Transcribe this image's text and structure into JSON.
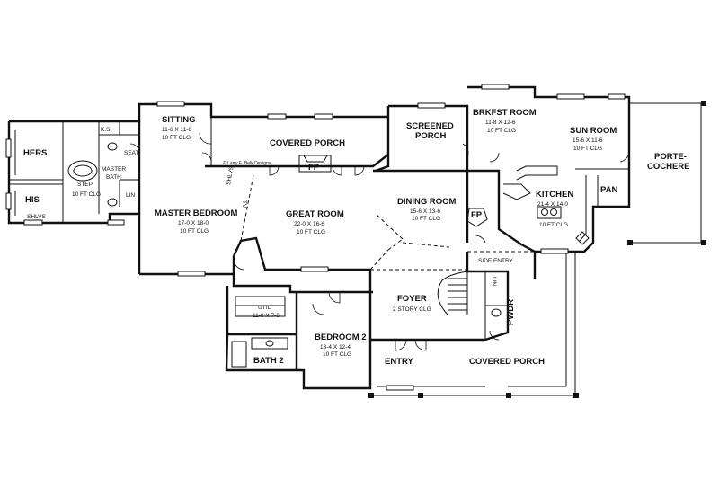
{
  "credit": "© Larry E. Belk Designs",
  "rooms": {
    "hers": {
      "name": "HERS"
    },
    "his": {
      "name": "HIS"
    },
    "ks": {
      "name": "K.S."
    },
    "seat": {
      "name": "SEAT"
    },
    "master_bath": {
      "name": "MASTER",
      "name2": "BATH",
      "step": "STEP",
      "clg": "10 FT CLG"
    },
    "shlvs": {
      "name": "SHLVS"
    },
    "lin_master": {
      "name": "LIN"
    },
    "sitting": {
      "name": "SITTING",
      "dims": "11-6 X 11-6",
      "clg": "10 FT CLG"
    },
    "master_bedroom": {
      "name": "MASTER BEDROOM",
      "dims": "17-0 X 18-0",
      "clg": "10 FT CLG"
    },
    "covered_porch_top": {
      "name": "COVERED PORCH"
    },
    "fireplace_porch": {
      "name": "FP"
    },
    "shelves": {
      "name": "SHLVS"
    },
    "tv": {
      "name": "TV"
    },
    "great_room": {
      "name": "GREAT ROOM",
      "dims": "22-0 X 16-6",
      "clg": "10 FT CLG"
    },
    "screened_porch": {
      "name": "SCREENED",
      "name2": "PORCH"
    },
    "dining_room": {
      "name": "DINING ROOM",
      "dims": "15-6 X 13-6",
      "clg": "10 FT CLG"
    },
    "fireplace_dining": {
      "name": "FP"
    },
    "brkfst_room": {
      "name": "BRKFST ROOM",
      "dims": "11-8 X 12-6",
      "clg": "10 FT CLG"
    },
    "sun_room": {
      "name": "SUN ROOM",
      "dims": "15-6 X 11-6",
      "clg": "10 FT CLG"
    },
    "kitchen": {
      "name": "KITCHEN",
      "dims": "21-4 X 14-0",
      "clg": "10 FT CLG"
    },
    "porte_cochere": {
      "name": "PORTE-",
      "name2": "COCHERE"
    },
    "pan": {
      "name": "PAN"
    },
    "side_entry": {
      "name": "SIDE ENTRY"
    },
    "foyer": {
      "name": "FOYER",
      "clg": "2 STORY CLG"
    },
    "lin_hall": {
      "name": "LIN"
    },
    "pwdr": {
      "name": "PWDR"
    },
    "util": {
      "name": "UTIL",
      "dims": "11-8 X 7-6"
    },
    "bedroom2": {
      "name": "BEDROOM 2",
      "dims": "13-4 X 12-4",
      "clg": "10 FT CLG"
    },
    "bath2": {
      "name": "BATH 2"
    },
    "entry": {
      "name": "ENTRY"
    },
    "covered_porch_front": {
      "name": "COVERED PORCH"
    }
  }
}
